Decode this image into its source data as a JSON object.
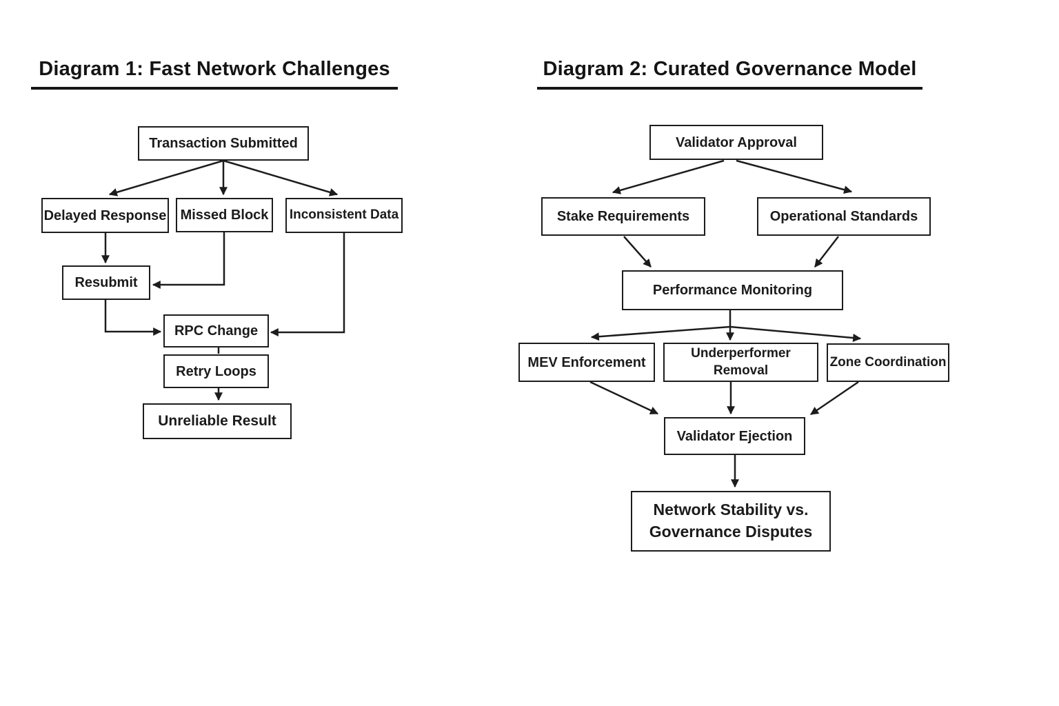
{
  "diagram1": {
    "title": "Diagram 1: Fast Network Challenges",
    "nodes": {
      "transaction_submitted": "Transaction Submitted",
      "delayed_response": "Delayed Response",
      "missed_block": "Missed Block",
      "inconsistent_data": "Inconsistent Data",
      "resubmit": "Resubmit",
      "rpc_change": "RPC Change",
      "retry_loops": "Retry Loops",
      "unreliable_result": "Unreliable Result"
    }
  },
  "diagram2": {
    "title": "Diagram 2: Curated Governance Model",
    "nodes": {
      "validator_approval": "Validator Approval",
      "stake_requirements": "Stake Requirements",
      "operational_standards": "Operational Standards",
      "performance_monitoring": "Performance Monitoring",
      "mev_enforcement": "MEV Enforcement",
      "underperformer_removal": "Underperformer Removal",
      "zone_coordination": "Zone Coordination",
      "validator_ejection": "Validator Ejection",
      "network_stability": "Network Stability vs. Governance Disputes"
    }
  },
  "colors": {
    "ink": "#1c1c1c",
    "background": "#ffffff"
  }
}
